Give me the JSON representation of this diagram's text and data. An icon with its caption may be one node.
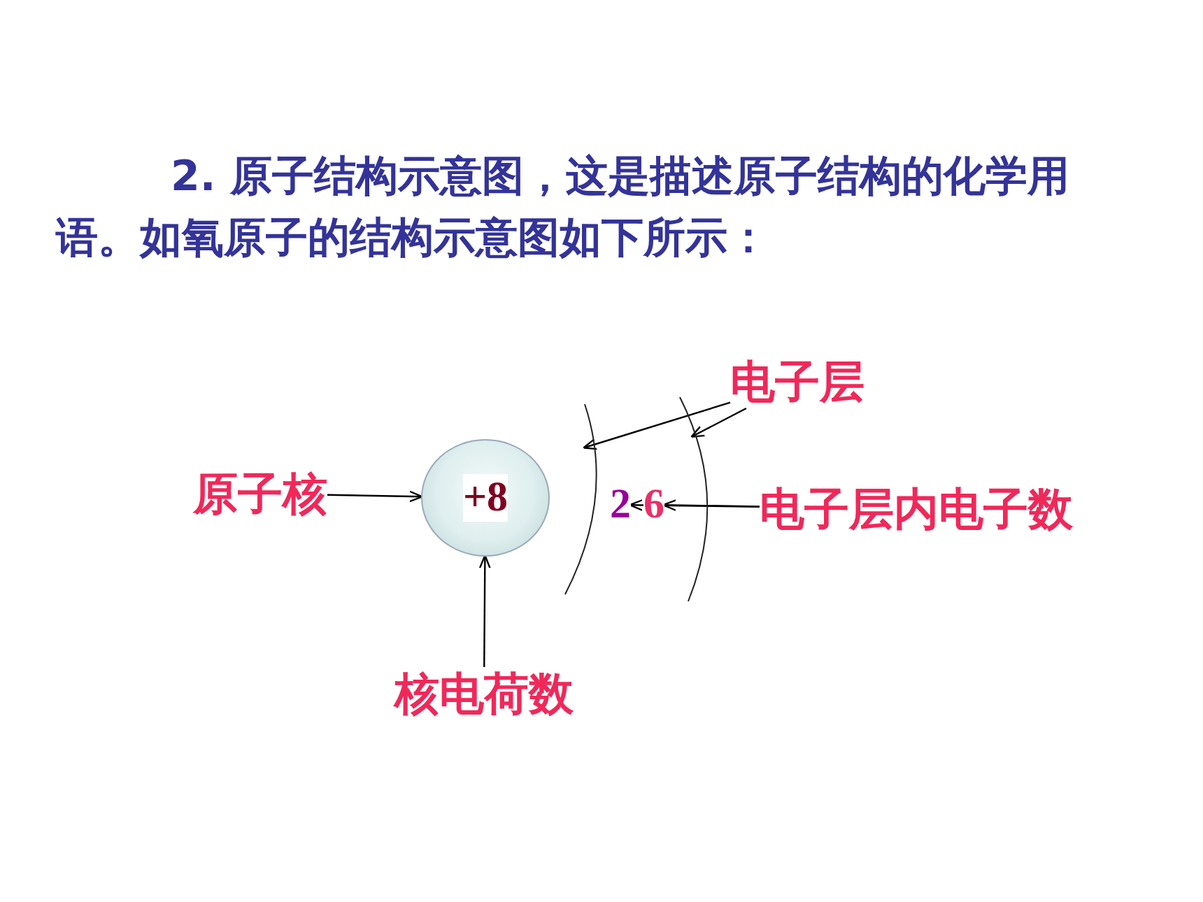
{
  "diagram": {
    "title": "2. 原子结构示意图，这是描述原子结构的化学用语。如氧原子的结构示意图如下所示：",
    "nodes": [
      {
        "text": [
          "电子层"
        ]
      },
      {
        "text": [],
        "shape": "arc"
      },
      {
        "text": [],
        "shape": "arc"
      },
      {
        "text": [
          "原子核"
        ]
      },
      {
        "text": [
          "+8"
        ]
      },
      {
        "text": [
          "2"
        ]
      },
      {
        "text": [
          "6"
        ]
      },
      {
        "text": [
          "电子层内电子数"
        ]
      },
      {
        "text": [
          "核电荷数"
        ]
      }
    ],
    "edges": [
      {
        "from": 0,
        "to": 1,
        "arrow": "to"
      },
      {
        "from": 0,
        "to": 2,
        "arrow": "to"
      },
      {
        "from": 3,
        "to": 4,
        "arrow": "to"
      },
      {
        "from": 7,
        "to": 6,
        "arrow": "to"
      },
      {
        "from": 7,
        "to": 5,
        "arrow": "to"
      },
      {
        "from": 8,
        "to": 4,
        "arrow": "to"
      }
    ]
  }
}
